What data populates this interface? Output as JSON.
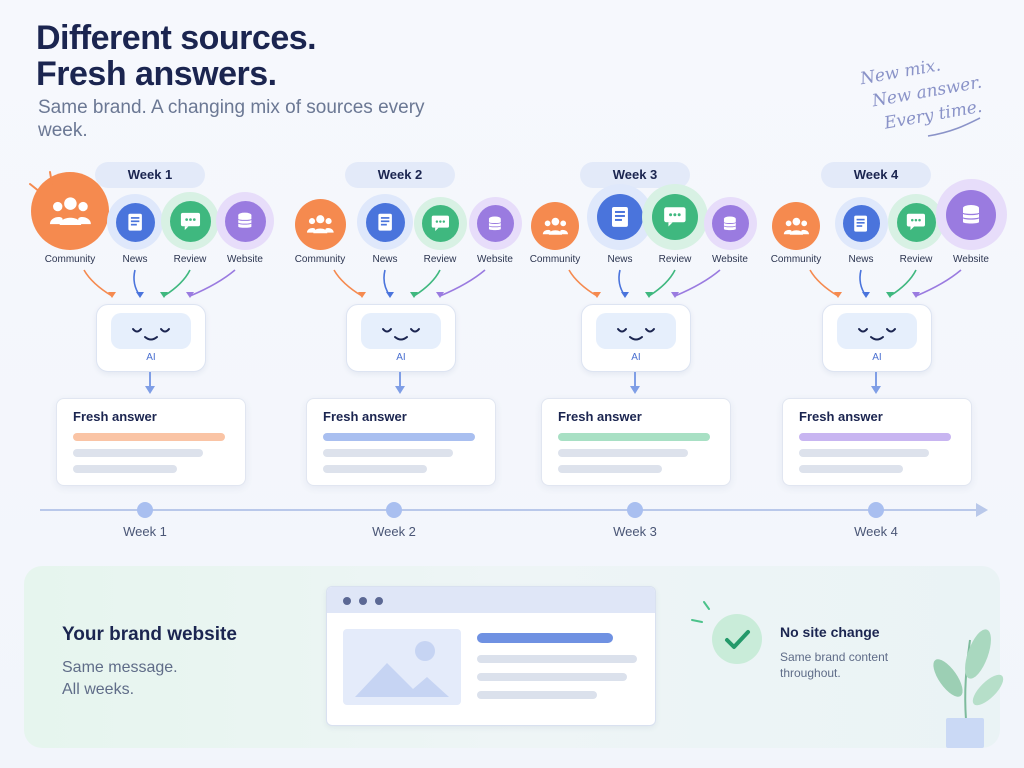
{
  "header": {
    "title_line1": "Different sources.",
    "title_line2": "Fresh answers.",
    "subtitle": "Same brand. A changing mix of sources every week."
  },
  "handwritten_note": {
    "line1": "New mix.",
    "line2": "New answer.",
    "line3": "Every time."
  },
  "colors": {
    "community": "#f58a4f",
    "news": "#4a74dc",
    "review": "#3fb87f",
    "website": "#9a7be0",
    "accent_blue": "#a9bff0",
    "timeline": "#b9c8ea"
  },
  "weeks": [
    {
      "label": "Week 1",
      "sources": [
        {
          "name": "Community",
          "icon": "community-icon",
          "weight": 1.0
        },
        {
          "name": "News",
          "icon": "news-icon",
          "weight": 0.55
        },
        {
          "name": "Review",
          "icon": "review-icon",
          "weight": 0.6
        },
        {
          "name": "Website",
          "icon": "website-icon",
          "weight": 0.6
        }
      ],
      "ai_label": "AI",
      "answer_title": "Fresh answer",
      "answer_accent": "community"
    },
    {
      "label": "Week 2",
      "sources": [
        {
          "name": "Community",
          "icon": "community-icon",
          "weight": 0.45
        },
        {
          "name": "News",
          "icon": "news-icon",
          "weight": 0.55
        },
        {
          "name": "Review",
          "icon": "review-icon",
          "weight": 0.5
        },
        {
          "name": "Website",
          "icon": "website-icon",
          "weight": 0.5
        }
      ],
      "ai_label": "AI",
      "answer_title": "Fresh answer",
      "answer_accent": "news"
    },
    {
      "label": "Week 3",
      "sources": [
        {
          "name": "Community",
          "icon": "community-icon",
          "weight": 0.4
        },
        {
          "name": "News",
          "icon": "news-icon",
          "weight": 0.75
        },
        {
          "name": "Review",
          "icon": "review-icon",
          "weight": 0.75
        },
        {
          "name": "Website",
          "icon": "website-icon",
          "weight": 0.5
        }
      ],
      "ai_label": "AI",
      "answer_title": "Fresh answer",
      "answer_accent": "review"
    },
    {
      "label": "Week 4",
      "sources": [
        {
          "name": "Community",
          "icon": "community-icon",
          "weight": 0.4
        },
        {
          "name": "News",
          "icon": "news-icon",
          "weight": 0.5
        },
        {
          "name": "Review",
          "icon": "review-icon",
          "weight": 0.55
        },
        {
          "name": "Website",
          "icon": "website-icon",
          "weight": 0.85
        }
      ],
      "ai_label": "AI",
      "answer_title": "Fresh answer",
      "answer_accent": "website"
    }
  ],
  "timeline": {
    "labels": [
      "Week 1",
      "Week 2",
      "Week 3",
      "Week 4"
    ]
  },
  "brand_panel": {
    "title": "Your brand website",
    "line1": "Same message.",
    "line2": "All weeks.",
    "status_title": "No site change",
    "status_desc": "Same brand content throughout."
  }
}
